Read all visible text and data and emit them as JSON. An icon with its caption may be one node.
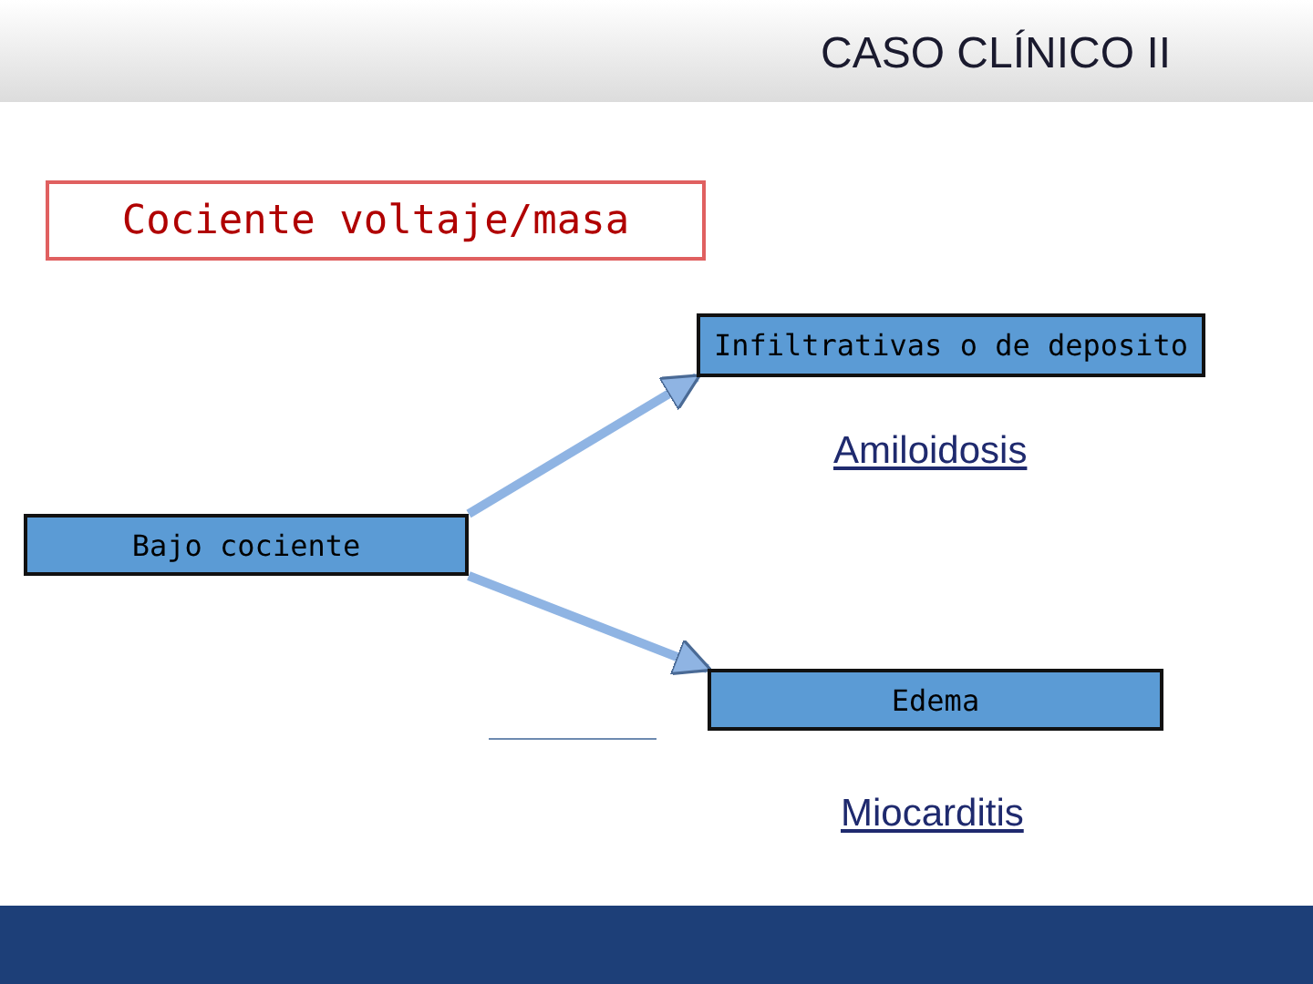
{
  "diagram": {
    "title": "CASO CLÍNICO II",
    "nodes": [
      {
        "text": [
          "Cociente voltaje/masa"
        ]
      },
      {
        "text": [
          "Infiltrativas o de deposito"
        ]
      },
      {
        "text": [
          "Bajo cociente"
        ]
      },
      {
        "text": [
          "Edema"
        ]
      }
    ],
    "edges": [
      {
        "from": 2,
        "to": 1,
        "arrow": "to"
      },
      {
        "from": 2,
        "to": 3,
        "arrow": "to"
      }
    ],
    "labels": [
      "Amiloidosis",
      "Miocarditis"
    ]
  }
}
